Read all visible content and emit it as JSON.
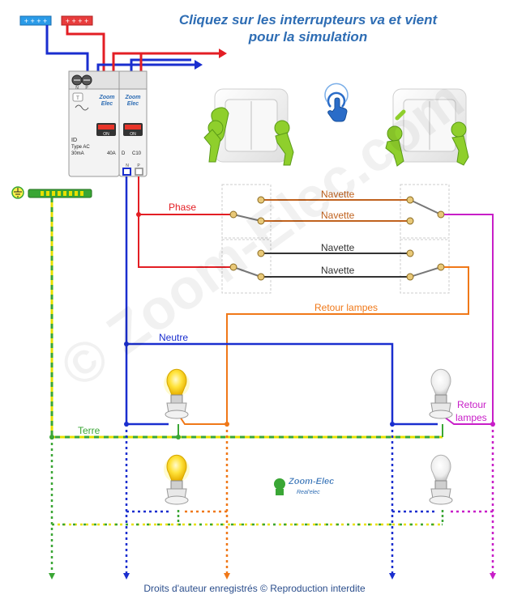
{
  "title": {
    "line1": "Cliquez sur les interrupteurs va et vient",
    "line2": "pour la simulation"
  },
  "footer": "Droits d'auteur enregistrés © Reproduction interdite",
  "watermark": "© Zoom-Elec.com",
  "breaker_id": {
    "brand1": "Zoom",
    "brand2": "Elec",
    "label": "ID",
    "type": "Type AC",
    "sensitivity": "30mA",
    "rating": "40A",
    "on": "ON",
    "n": "N",
    "p": "P"
  },
  "breaker_c10": {
    "brand1": "Zoom",
    "brand2": "Elec",
    "d": "D",
    "rating": "C10",
    "on": "ON",
    "n": "N",
    "p": "P"
  },
  "wire_labels": {
    "phase": "Phase",
    "navette1": "Navette",
    "navette2": "Navette",
    "navette3": "Navette",
    "navette4": "Navette",
    "retour_lampes": "Retour lampes",
    "neutre": "Neutre",
    "terre": "Terre",
    "retour_line1": "Retour",
    "retour_line2": "lampes"
  },
  "logo": {
    "line1": "Zoom-Elec",
    "line2": "Real'elec"
  },
  "colors": {
    "phase": "#e31e24",
    "neutral": "#1a2ecf",
    "navette": "#c0621e",
    "navette_dark": "#333333",
    "retour": "#f07818",
    "retour_lamp": "#c81ec8",
    "earth_green": "#3aa635",
    "earth_yellow": "#e8e000",
    "title": "#2e6db4"
  },
  "icons": [
    "click-hand-icon",
    "earth-ground-icon"
  ]
}
